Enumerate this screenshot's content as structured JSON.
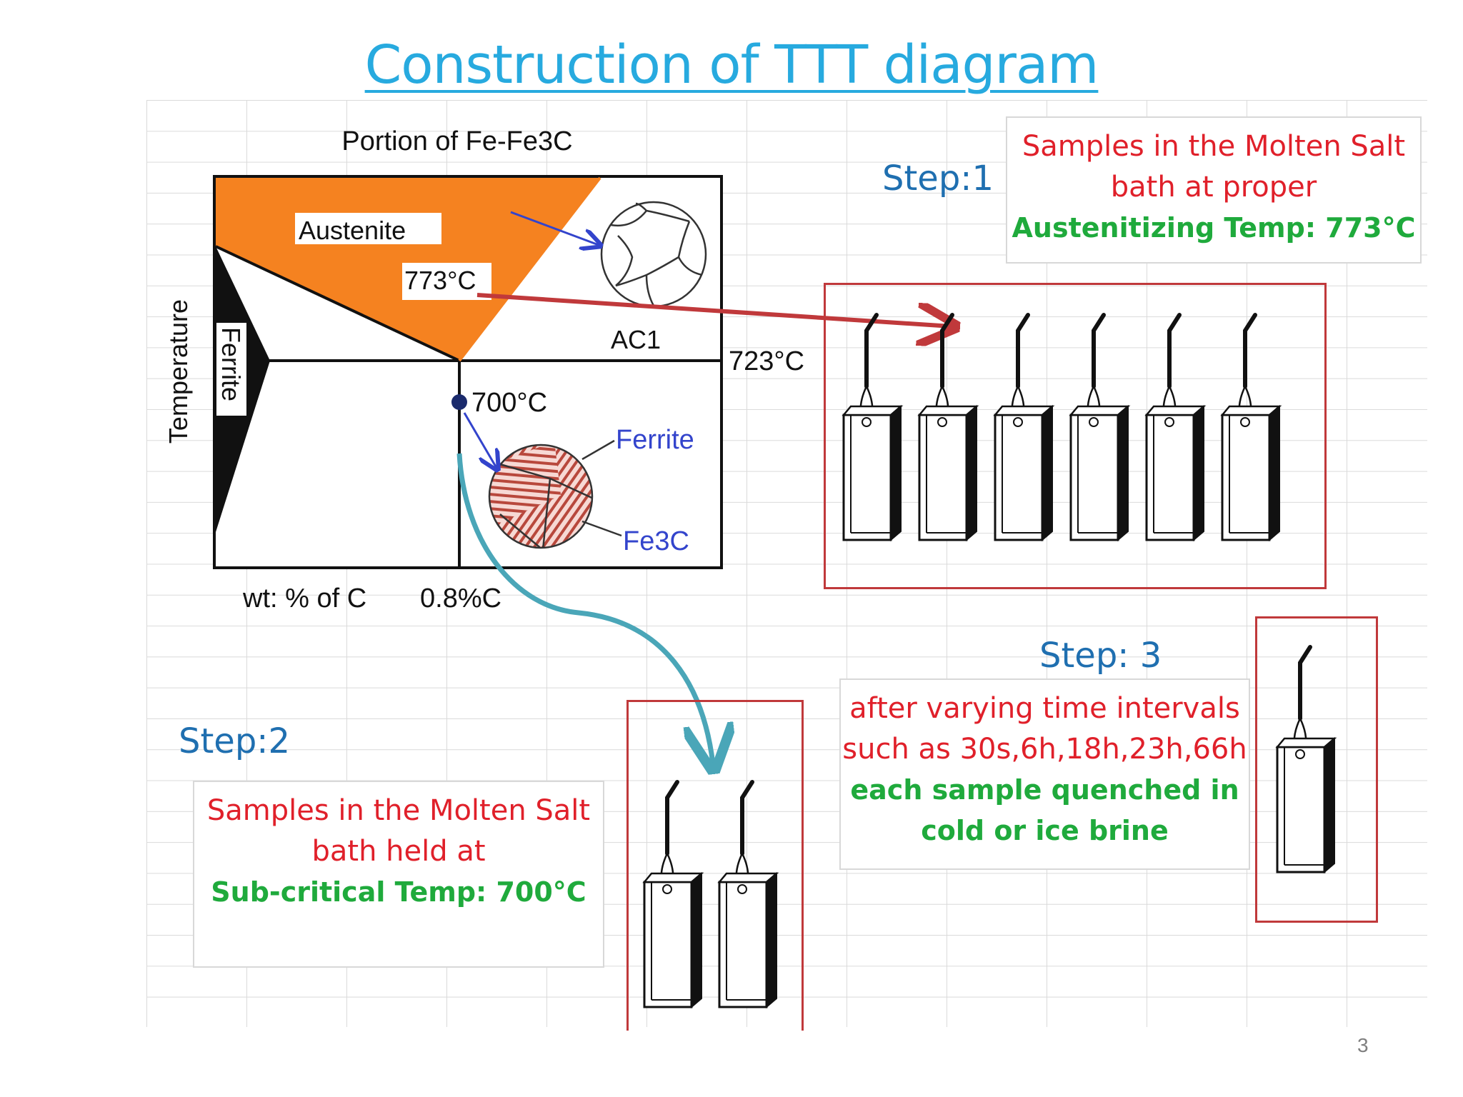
{
  "title": "Construction of TTT diagram",
  "diagram": {
    "heading": "Portion of Fe-Fe3C",
    "austenite_label": "Austenite",
    "temp_773": "773°C",
    "temp_723": "723°C",
    "temp_700": "700°C",
    "ac1_label": "AC1",
    "ferrite_side_label": "Ferrite",
    "ferrite_label": "Ferrite",
    "fe3c_label": "Fe3C",
    "y_axis_label": "Temperature",
    "x_axis_label": "wt: % of C",
    "carbon_label": "0.8%C"
  },
  "step1": {
    "label": "Step:1",
    "line1": "Samples in the Molten Salt",
    "line2": "bath at proper",
    "line3": "Austenitizing Temp: 773°C",
    "sample_count": 6
  },
  "step2": {
    "label": "Step:2",
    "line1": "Samples in the Molten Salt",
    "line2": "bath held at",
    "line3": "Sub-critical Temp: 700°C",
    "sample_count": 2
  },
  "step3": {
    "label": "Step: 3",
    "line1": "after varying time intervals",
    "line2": "such as 30s,6h,18h,23h,66h",
    "line3": "each sample quenched in",
    "line4": "cold or ice brine",
    "sample_count": 1
  },
  "page_number": "3",
  "colors": {
    "title": "#27aadf",
    "step": "#1f6fb0",
    "red_text": "#e0202a",
    "green_text": "#1faa3c",
    "austenite": "#f58220",
    "frame": "#c0393b",
    "teal_arrow": "#4aa6b8"
  }
}
